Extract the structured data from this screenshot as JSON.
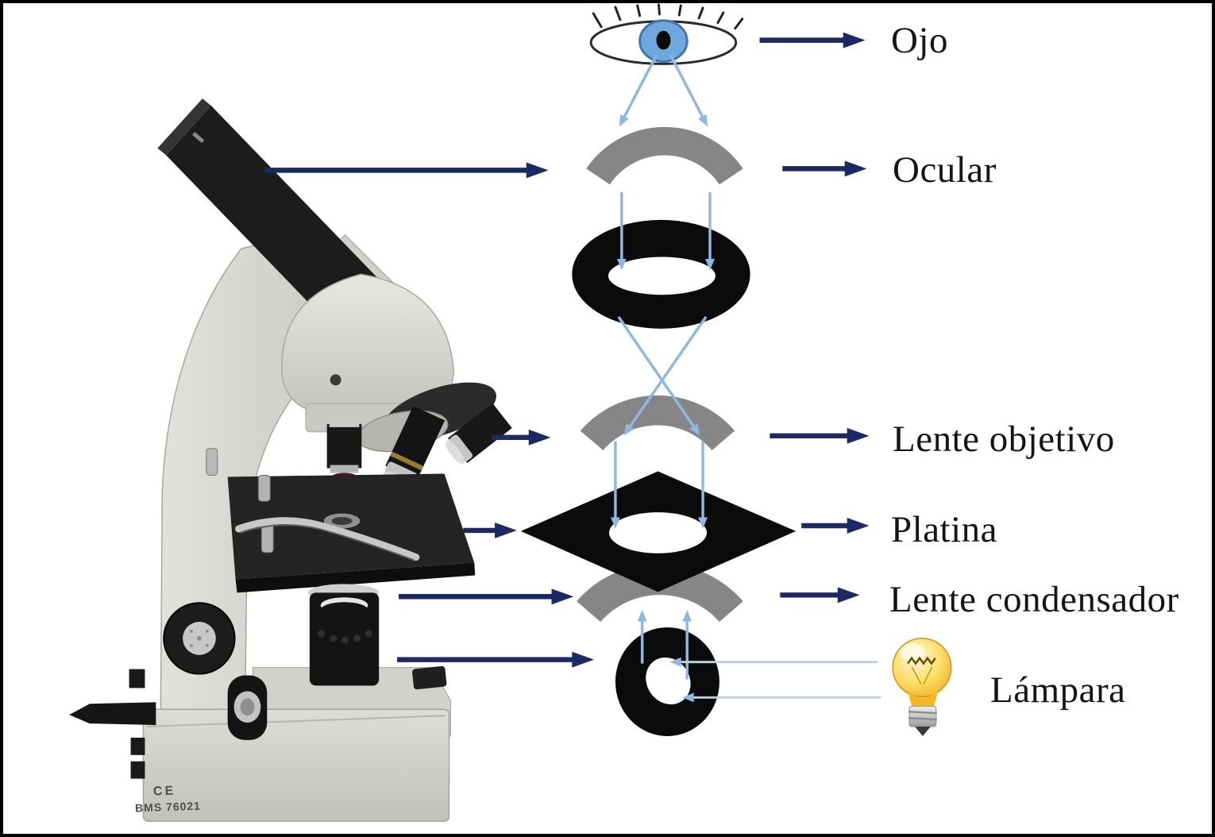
{
  "labels": {
    "ojo": "Ojo",
    "ocular": "Ocular",
    "lente_objetivo": "Lente objetivo",
    "platina": "Platina",
    "lente_condensador": "Lente condensador",
    "lampara": "Lámpara"
  },
  "microscope": {
    "ce_mark": "CE",
    "model_number": "BMS 76021"
  },
  "colors": {
    "arrow_navy": "#1b2a66",
    "ray_blue": "#8fb8e0",
    "ray_blue_pale": "#b7d2e8",
    "lens_gray": "#868686",
    "shape_black": "#0b0b0b",
    "iris_blue": "#6fa8dc",
    "bulb_yellow": "#f7c231",
    "page_bg": "#ffffff",
    "frame": "#000000"
  }
}
